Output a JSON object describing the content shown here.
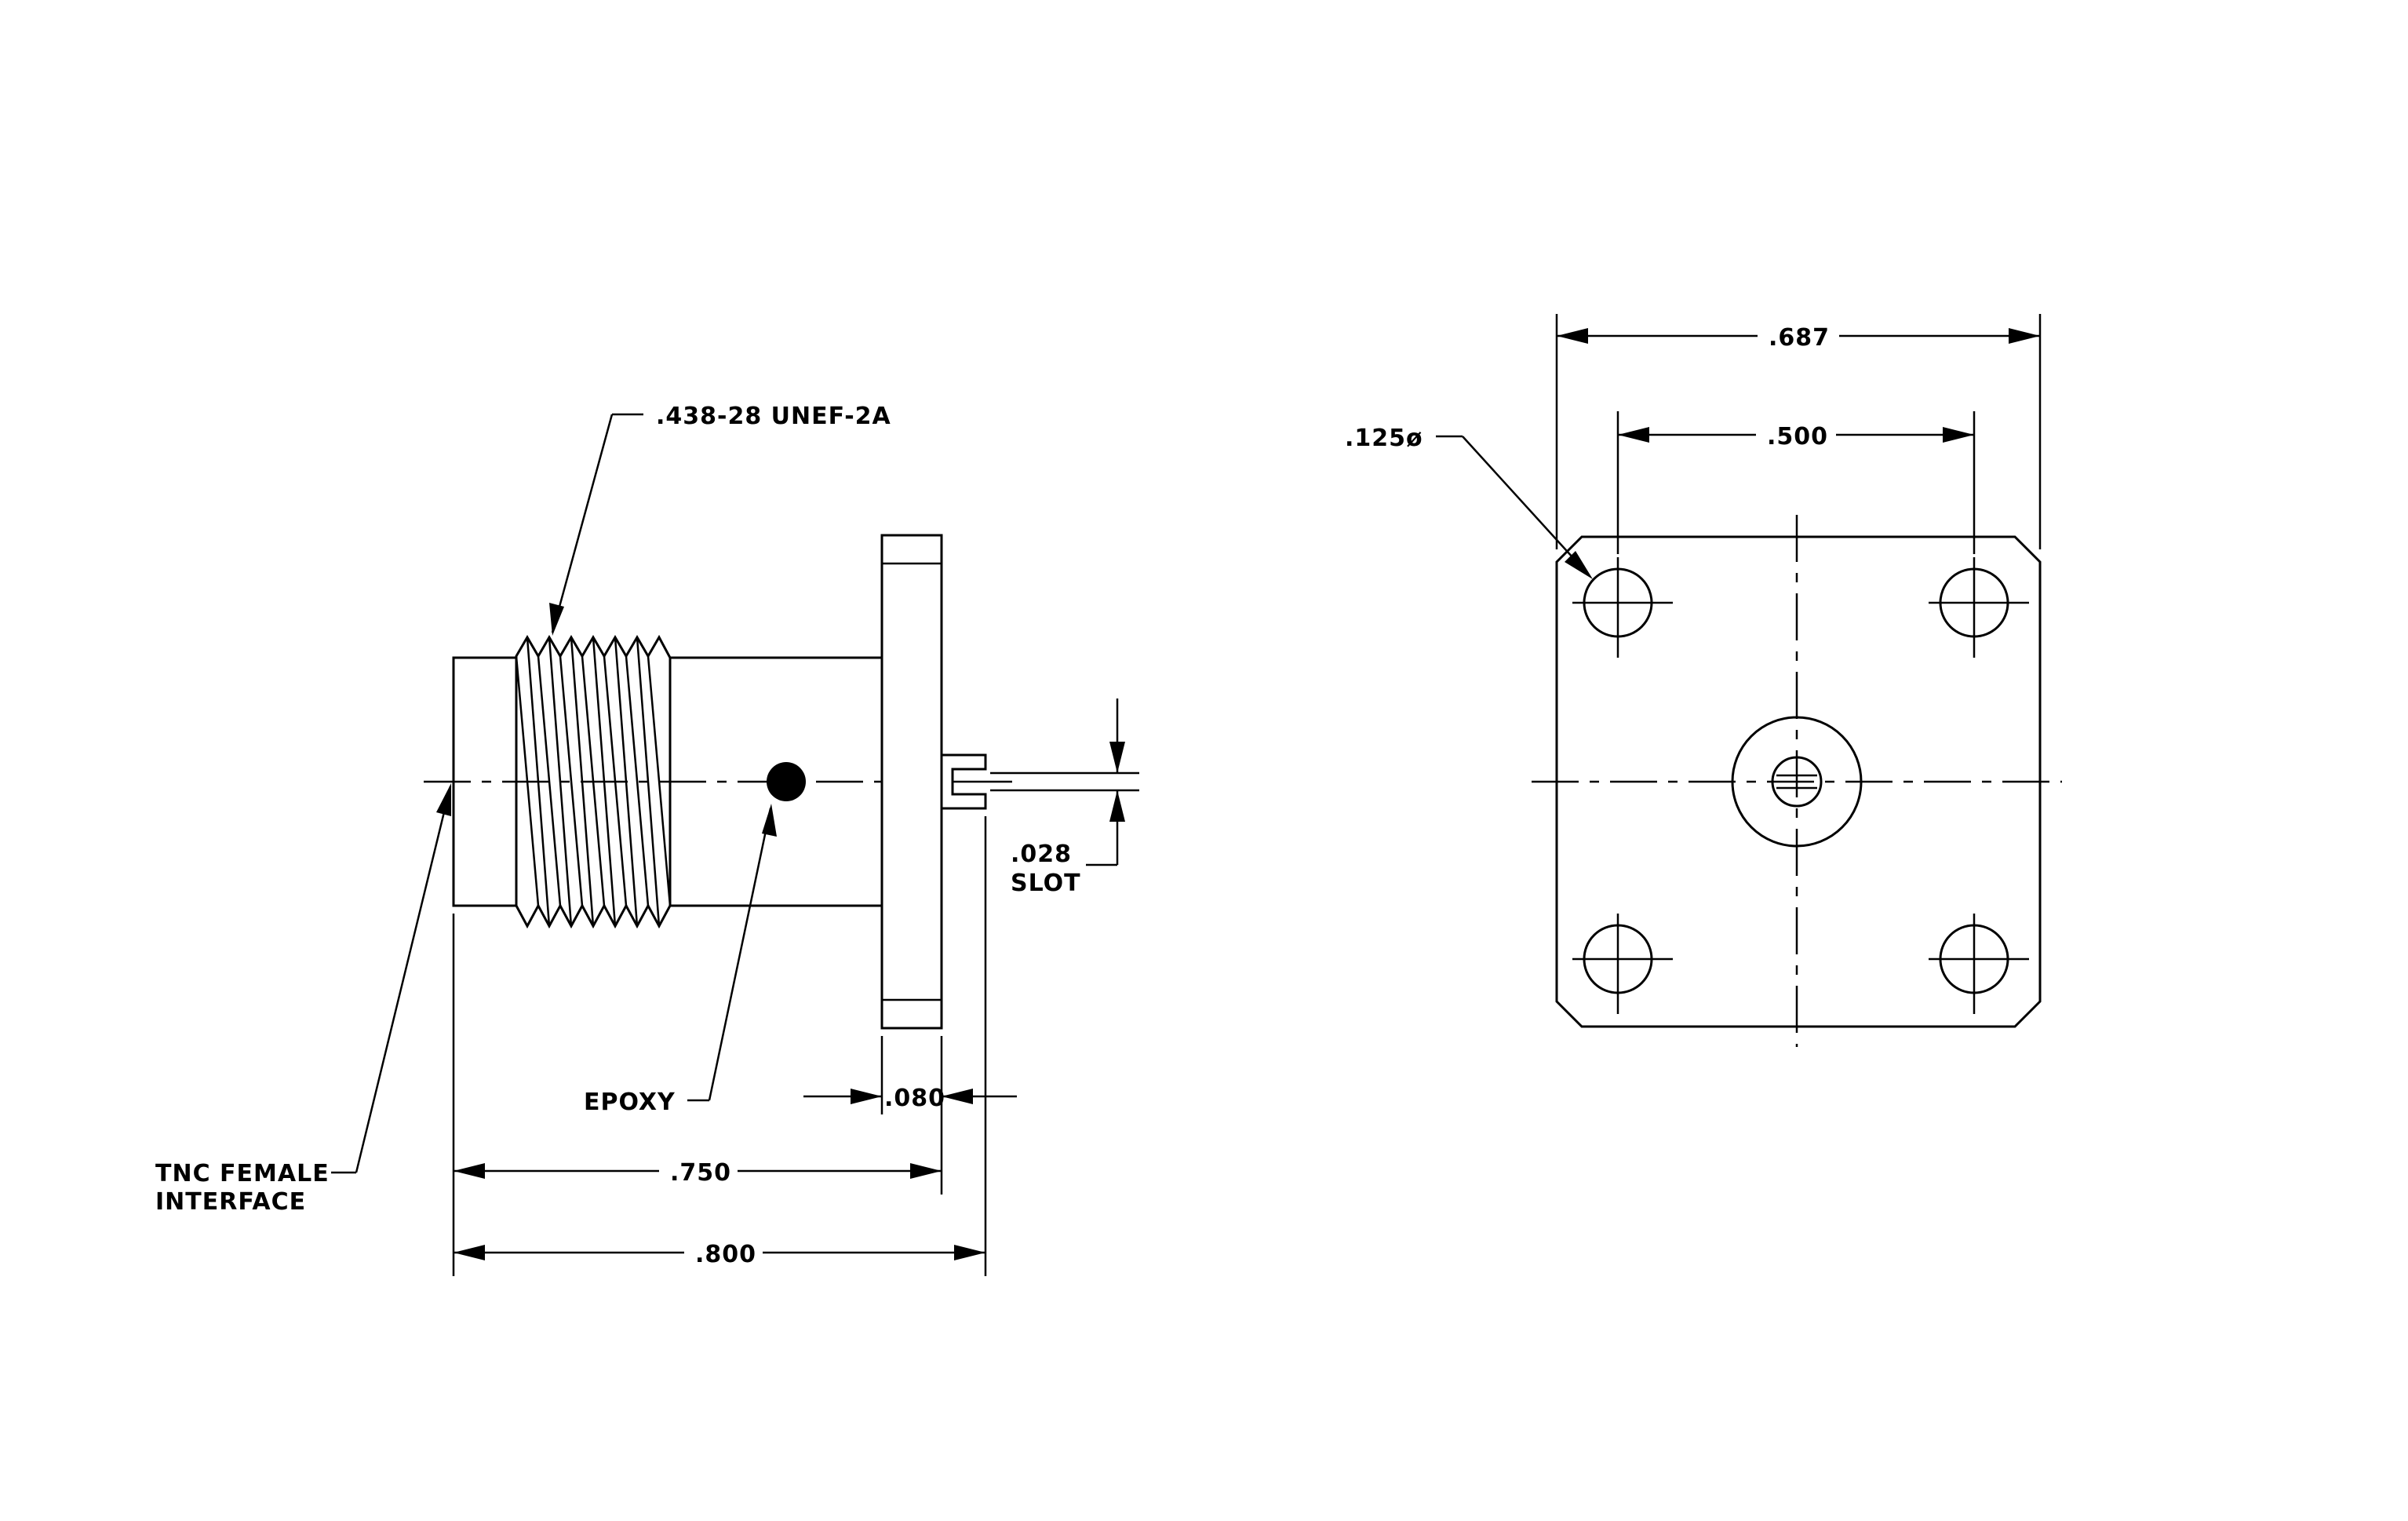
{
  "side_view": {
    "thread_callout": ".438-28 UNEF-2A",
    "epoxy_label": "EPOXY",
    "interface_label_line1": "TNC FEMALE",
    "interface_label_line2": "INTERFACE",
    "slot_value": ".028",
    "slot_label": "SLOT",
    "flange_thickness": ".080",
    "length_body": ".750",
    "length_overall": ".800"
  },
  "front_view": {
    "width_overall": ".687",
    "hole_spacing": ".500",
    "hole_diameter": ".125ø"
  }
}
